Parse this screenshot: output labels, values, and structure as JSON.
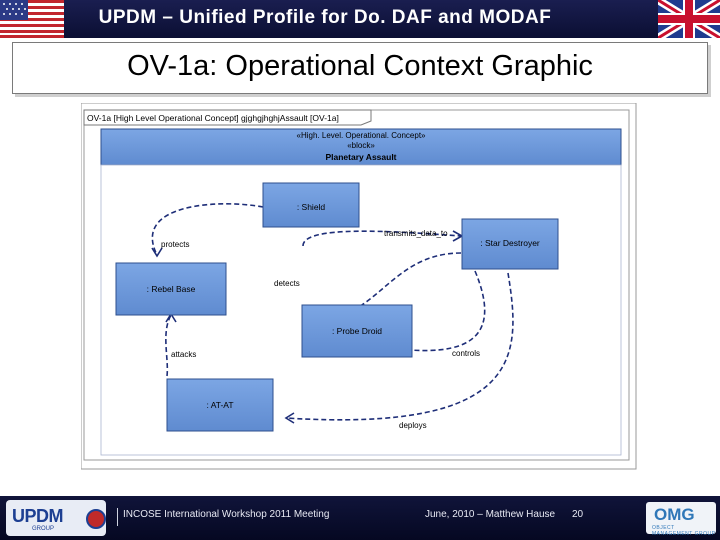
{
  "header": {
    "title": "UPDM – Unified Profile for Do. DAF and MODAF"
  },
  "slide": {
    "title": "OV-1a: Operational Context Graphic"
  },
  "diagram": {
    "frame_title": "OV-1a [High Level Operational Concept] gjghgjhghjAssault [OV-1a]",
    "context_block": {
      "stereotype1": "«High. Level. Operational. Concept»",
      "stereotype2": "«block»",
      "name": "Planetary Assault"
    },
    "nodes": {
      "shield": ": Shield",
      "star_destroyer": ": Star Destroyer",
      "rebel_base": ": Rebel Base",
      "probe_droid": ": Probe Droid",
      "at_at": ": AT-AT"
    },
    "edges": {
      "protects": "protects",
      "transmits_data_to": "transmits_data_to",
      "detects": "detects",
      "controls": "controls",
      "attacks": "attacks",
      "deploys": "deploys"
    }
  },
  "footer": {
    "left_logo": "UPDM",
    "left_logo_sub": "GROUP",
    "event": "INCOSE International Workshop 2011 Meeting",
    "date_author": "June, 2010 – Matthew Hause",
    "page": "20",
    "right_logo": "OMG",
    "right_logo_sub": "OBJECT MANAGEMENT GROUP"
  },
  "colors": {
    "node_fill": "#6f99d9",
    "node_border": "#2e4f8e",
    "edge": "#1e2e78",
    "header_bg": "#0f1440"
  }
}
